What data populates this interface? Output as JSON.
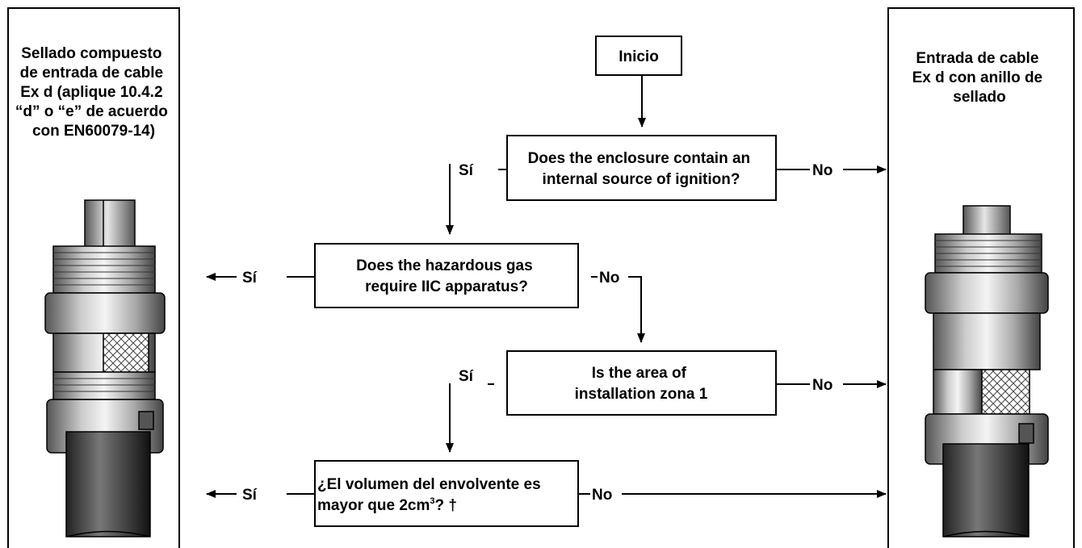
{
  "left_panel": {
    "title_lines": [
      "Sellado compuesto",
      "de entrada de cable",
      "Ex d (aplique 10.4.2",
      "“d” o “e” de acuerdo",
      "con EN60079-14)"
    ]
  },
  "right_panel": {
    "title_lines": [
      "Entrada de cable",
      "Ex d  con anillo de",
      "sellado"
    ]
  },
  "start": {
    "label": "Inicio"
  },
  "questions": {
    "q1": [
      "Does the enclosure contain an",
      "internal source of ignition?"
    ],
    "q2": [
      "Does the hazardous gas",
      "require IIC apparatus?"
    ],
    "q3": [
      "Is the area of",
      "installation zona 1"
    ],
    "q4": [
      "¿El volumen del envolvente es",
      "mayor que 2cm",
      "3",
      "? †"
    ]
  },
  "answers": {
    "yes": "Sí",
    "no": "No"
  },
  "illustrations": {
    "left": "compound-sealed-cable-gland-icon",
    "right": "seal-ring-cable-gland-icon"
  }
}
